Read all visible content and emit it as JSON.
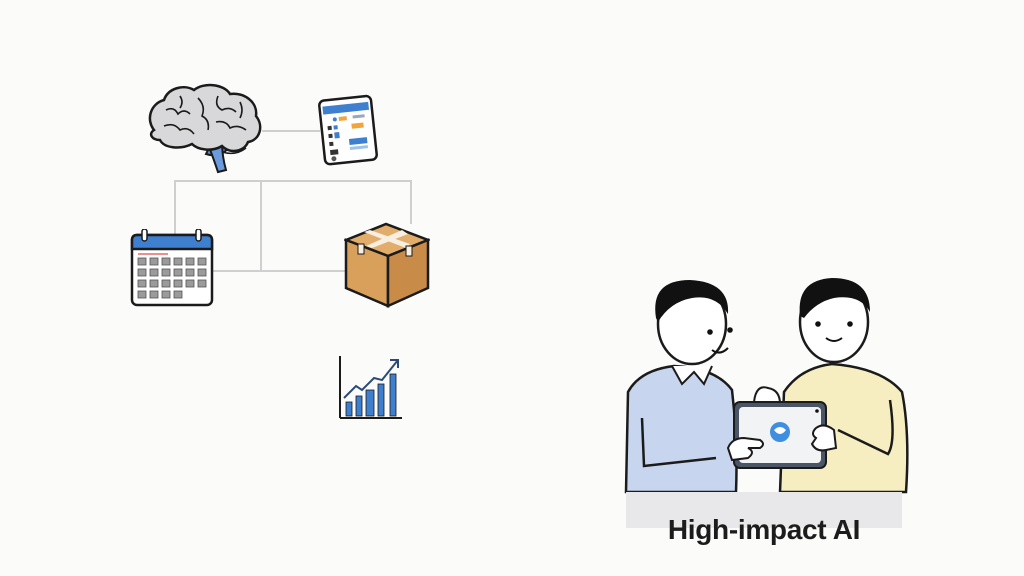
{
  "diagram": {
    "nodes": [
      {
        "id": "brain",
        "icon": "brain-icon"
      },
      {
        "id": "tablet-app",
        "icon": "tablet-app-icon"
      },
      {
        "id": "calendar",
        "icon": "calendar-icon"
      },
      {
        "id": "package",
        "icon": "package-box-icon"
      },
      {
        "id": "growth-chart",
        "icon": "bar-chart-growth-icon"
      }
    ],
    "connectors": [
      {
        "from": "brain",
        "to": "tablet-app"
      },
      {
        "from": "brain",
        "to": "calendar"
      },
      {
        "from": "brain",
        "to": "package"
      }
    ]
  },
  "illustration": {
    "people": [
      "person-left-blue-sweater",
      "person-right-yellow-sweater"
    ],
    "device": "tablet-with-ai-logo",
    "caption": "High-impact AI"
  },
  "colors": {
    "background": "#fbfbfa",
    "connector": "#cfcfcf",
    "accent_blue": "#3f7fd0",
    "box_brown": "#d9a05b",
    "sweater_blue": "#c7d5ee",
    "sweater_yellow": "#f6eec0",
    "caption_bar": "#e8e8ea"
  }
}
